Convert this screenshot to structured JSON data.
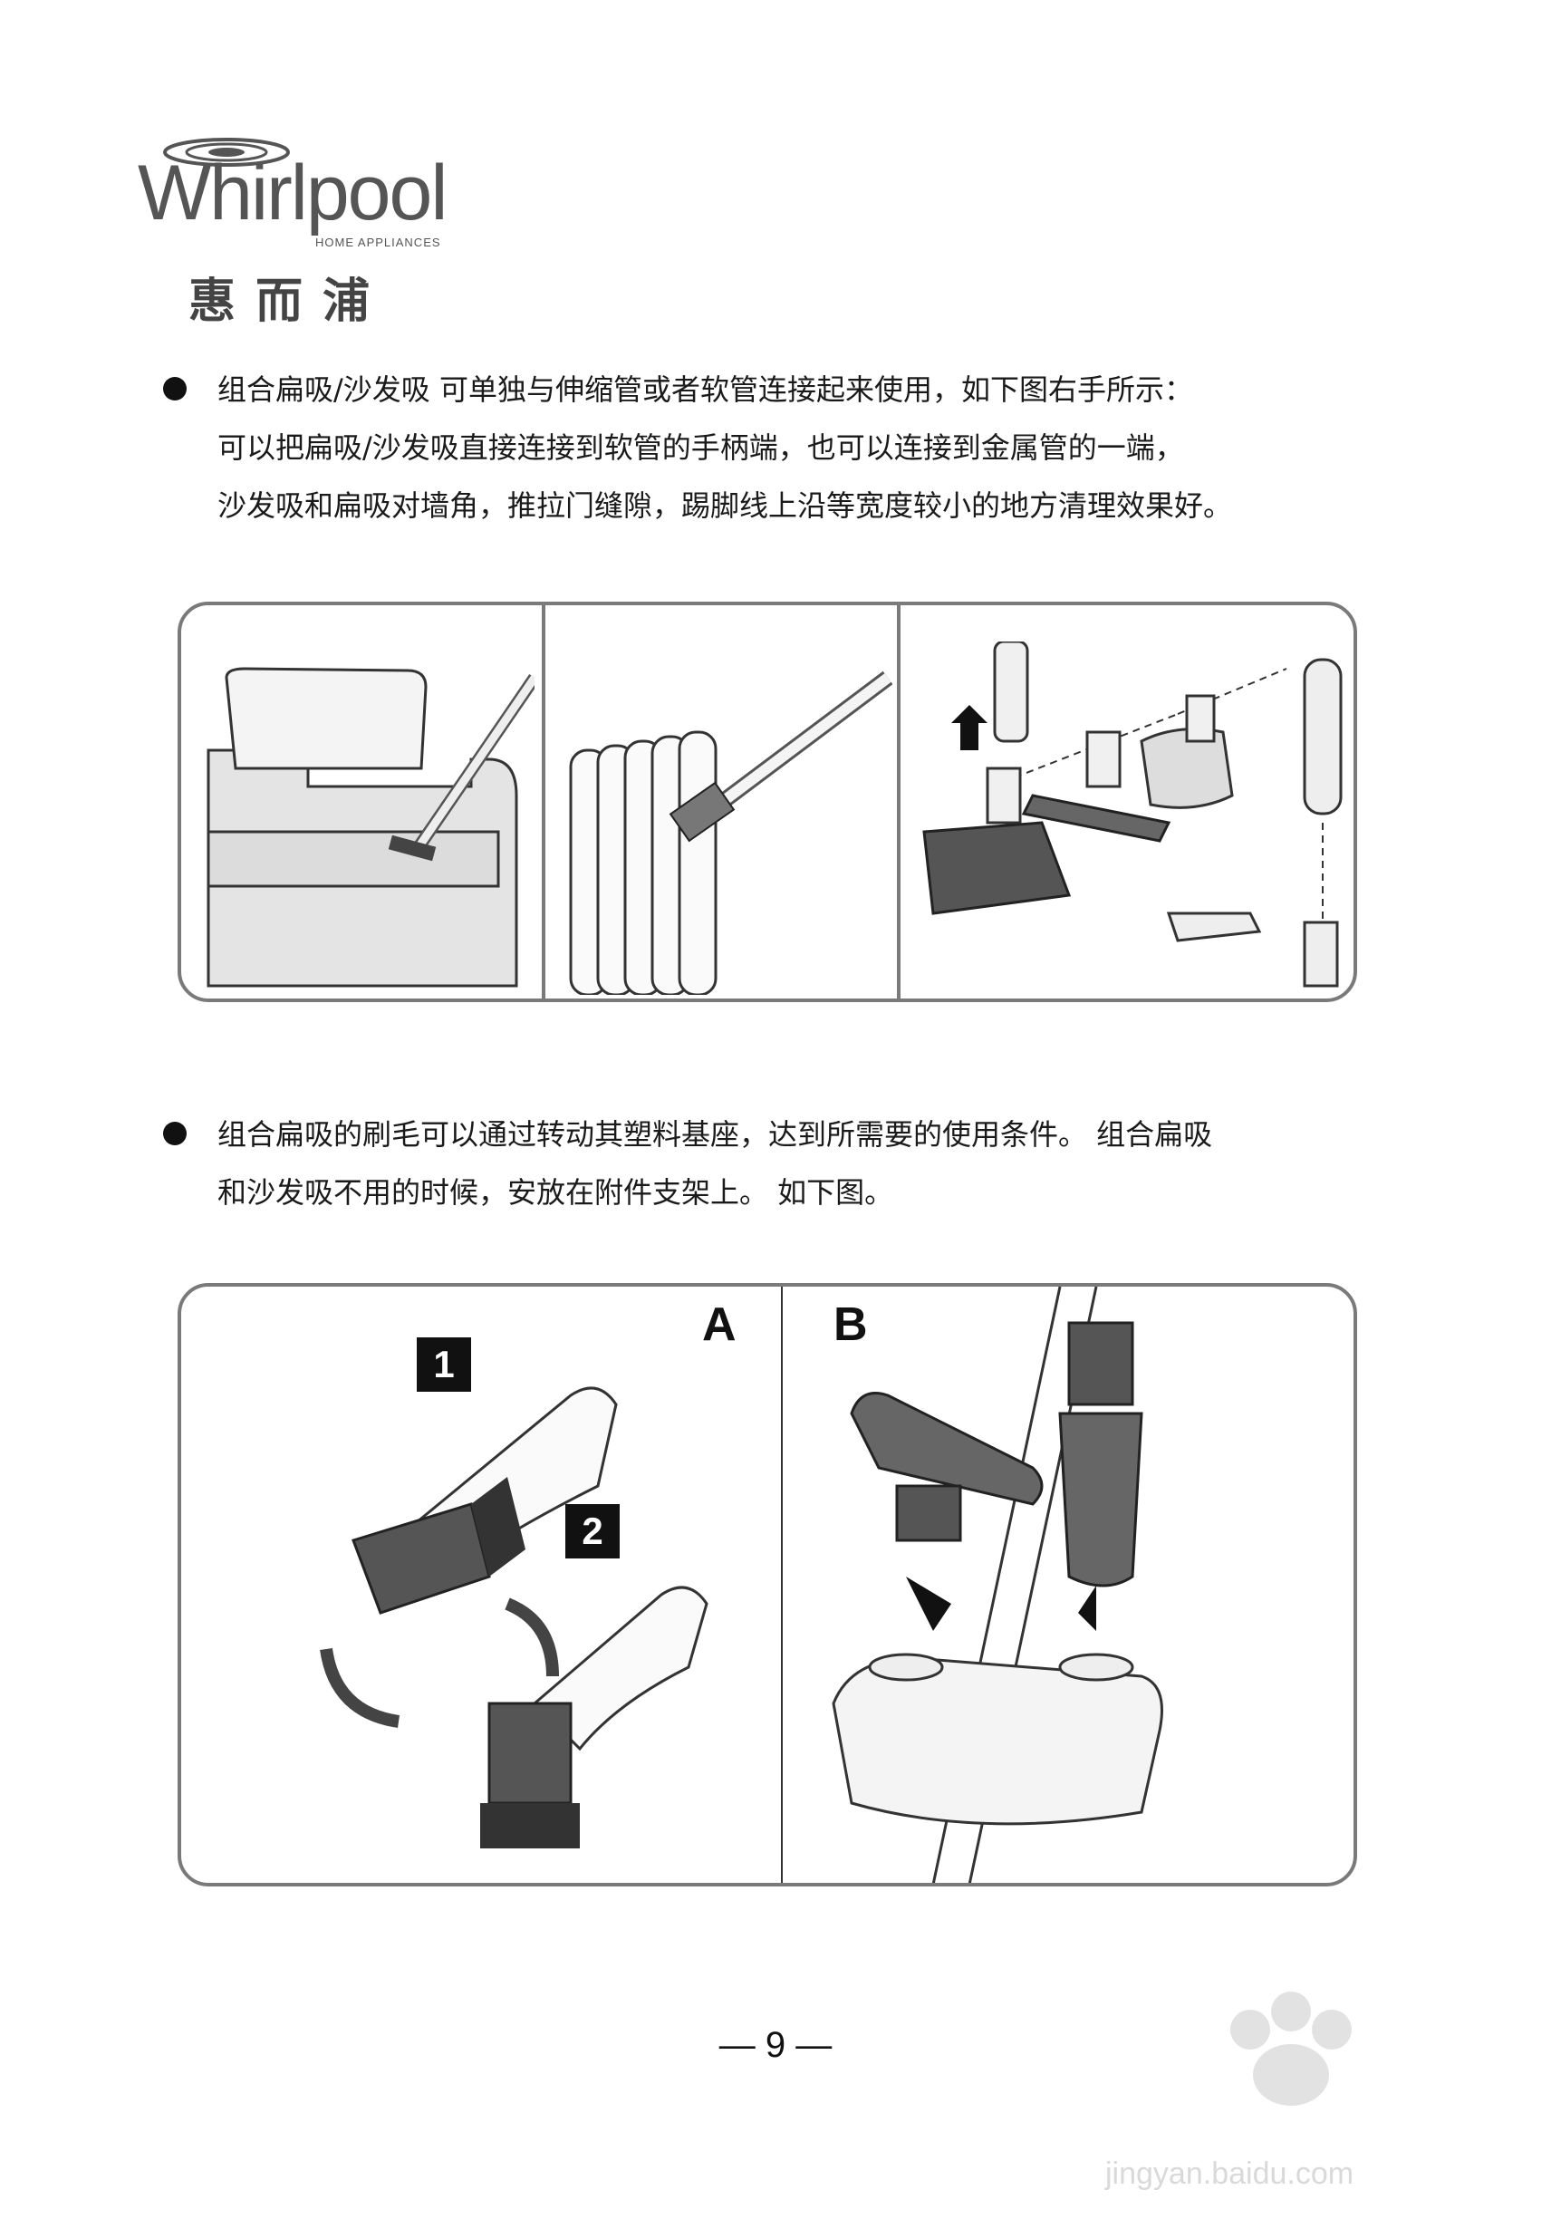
{
  "brand": {
    "logo_word": "Whirlpool",
    "logo_sub": "HOME APPLIANCES",
    "logo_cn": "惠而浦"
  },
  "section1": {
    "lines": [
      "组合扁吸/沙发吸 可单独与伸缩管或者软管连接起来使用，如下图右手所示：",
      "可以把扁吸/沙发吸直接连接到软管的手柄端，也可以连接到金属管的一端，",
      "沙发吸和扁吸对墙角，推拉门缝隙，踢脚线上沿等宽度较小的地方清理效果好。"
    ]
  },
  "section2": {
    "lines": [
      "组合扁吸的刷毛可以通过转动其塑料基座，达到所需要的使用条件。 组合扁吸",
      "和沙发吸不用的时候，安放在附件支架上。 如下图。"
    ]
  },
  "figure2": {
    "label_a": "A",
    "label_b": "B",
    "step1": "1",
    "step2": "2"
  },
  "page_number": "— 9 —",
  "watermark": {
    "text": "jingyan.baidu.com"
  }
}
